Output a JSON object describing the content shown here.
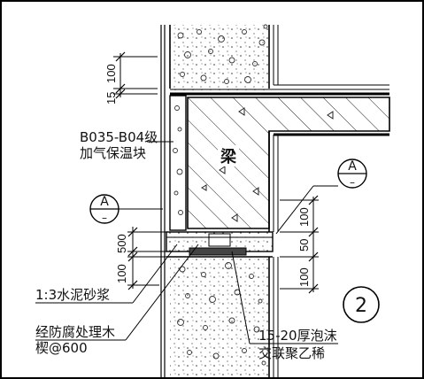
{
  "labels": {
    "block_line1": "B035-B04级",
    "block_line2": "加气保温块",
    "beam": "梁",
    "mortar": "1:3水泥砂浆",
    "wood_line1": "经防腐处理木",
    "wood_line2": "楔@600",
    "foam_line1": "15-20厚泡沫",
    "foam_line2": "交联聚乙稀"
  },
  "section_marks": [
    {
      "letter": "A",
      "sub": "–"
    },
    {
      "letter": "A",
      "sub": "–"
    }
  ],
  "detail_number": "2",
  "dimensions": {
    "left_top": [
      "100",
      "15"
    ],
    "left_bottom": [
      "500",
      "100"
    ],
    "right": [
      "100",
      "50",
      "100"
    ]
  }
}
